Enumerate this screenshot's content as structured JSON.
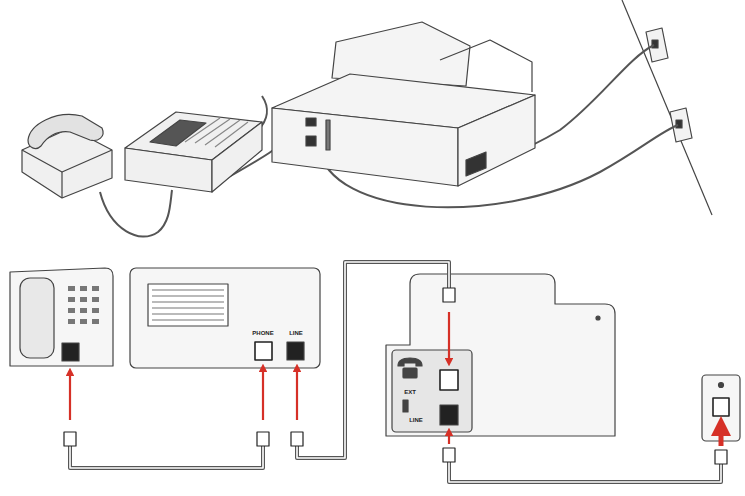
{
  "diagram": {
    "labels": [
      "PHONE",
      "LINE",
      "EXT",
      "LINE"
    ]
  }
}
